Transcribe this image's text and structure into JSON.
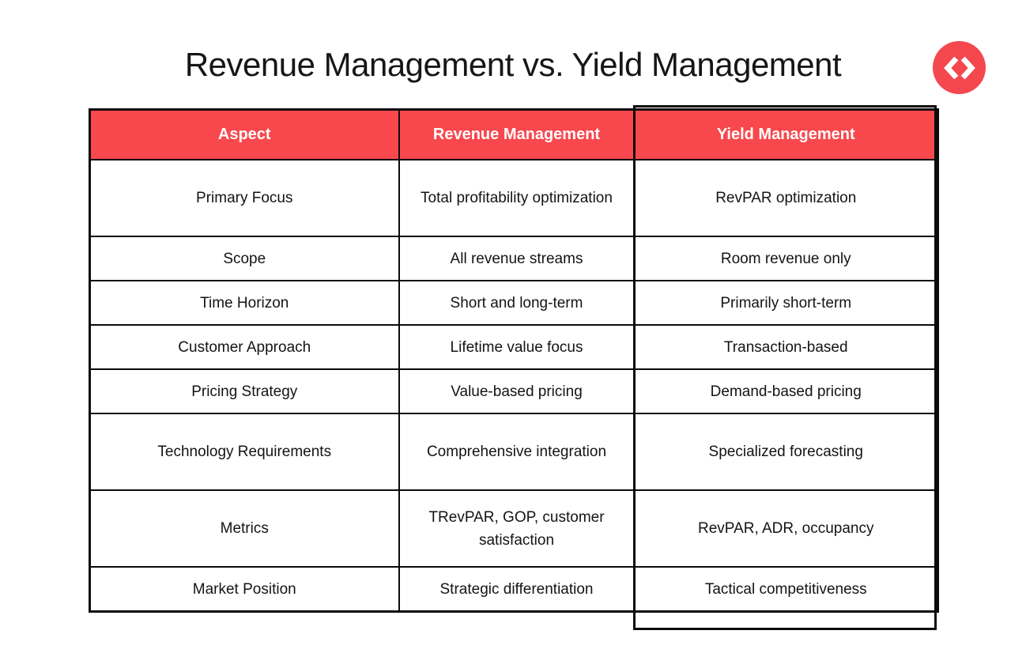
{
  "theme": {
    "background": "#FFFFFF",
    "accent_red": "#F8484D",
    "logo_red": "#F4474E",
    "border_black": "#0B0B0B",
    "title_color": "#161616",
    "cell_text_color": "#141414",
    "header_text_color": "#FFFFFF"
  },
  "header": {
    "title": "Revenue Management vs. Yield Management"
  },
  "logo": {
    "icon": "code-brackets-icon"
  },
  "chart_data": {
    "type": "table",
    "title": "Revenue Management vs. Yield Management",
    "columns": [
      "Aspect",
      "Revenue Management",
      "Yield Management"
    ],
    "rows": [
      [
        "Primary Focus",
        "Total profitability optimization",
        "RevPAR optimization"
      ],
      [
        "Scope",
        "All revenue streams",
        "Room revenue only"
      ],
      [
        "Time Horizon",
        "Short and long-term",
        "Primarily short-term"
      ],
      [
        "Customer Approach",
        "Lifetime value focus",
        "Transaction-based"
      ],
      [
        "Pricing Strategy",
        "Value-based pricing",
        "Demand-based pricing"
      ],
      [
        "Technology Requirements",
        "Comprehensive integration",
        "Specialized forecasting"
      ],
      [
        "Metrics",
        "TRevPAR, GOP, customer satisfaction",
        "RevPAR, ADR, occupancy"
      ],
      [
        "Market Position",
        "Strategic differentiation",
        "Tactical competitiveness"
      ]
    ],
    "header_bg": "#F8484D",
    "header_text_color": "#FFFFFF",
    "highlight_column": "Yield Management",
    "grid": true,
    "legend_position": "none"
  }
}
